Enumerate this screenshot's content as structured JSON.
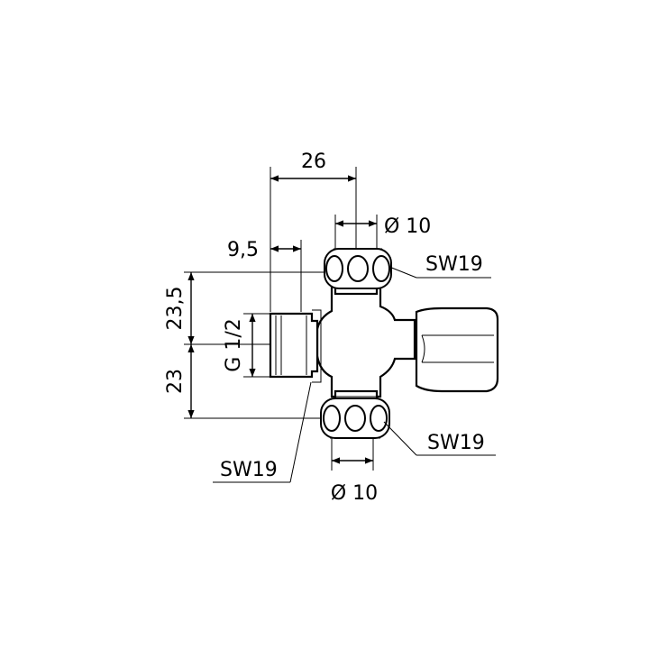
{
  "drawing": {
    "subject": "angle valve with two outlets",
    "colors": {
      "line": "#000000",
      "background": "#ffffff"
    }
  },
  "dimensions": {
    "top_width": "26",
    "top_diameter": "Ø 10",
    "offset": "9,5",
    "top_nut": "SW19",
    "upper_height": "23,5",
    "thread": "G 1/2",
    "lower_height": "23",
    "left_nut": "SW19",
    "bottom_nut": "SW19",
    "bottom_diameter": "Ø 10"
  }
}
